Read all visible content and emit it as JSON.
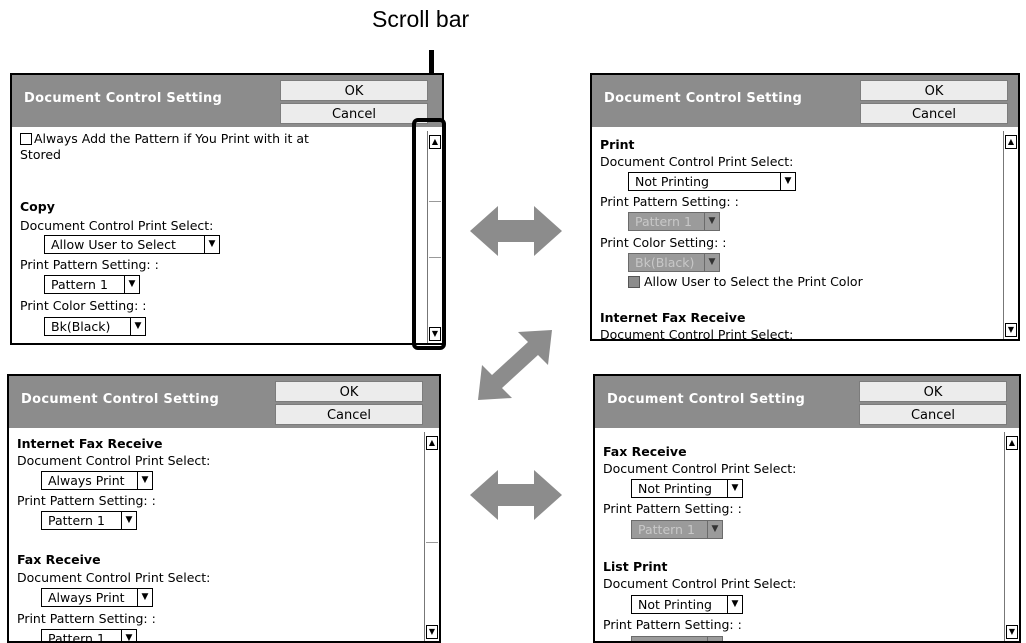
{
  "callout": {
    "label": "Scroll bar"
  },
  "panels": [
    {
      "title": "Document Control Setting",
      "ok": "OK",
      "cancel": "Cancel",
      "checkbox_text_1": "Always Add the Pattern if You Print with it at",
      "checkbox_text_2": "Stored",
      "copy_heading": "Copy",
      "dcp_select_label": "Document Control Print Select:",
      "dcp_select_value": "Allow User to Select",
      "pattern_label": "Print Pattern Setting: :",
      "pattern_value": "Pattern 1",
      "color_label": "Print Color Setting: :",
      "color_value": "Bk(Black)"
    },
    {
      "title": "Document Control Setting",
      "ok": "OK",
      "cancel": "Cancel",
      "print_heading": "Print",
      "dcp_select_label": "Document Control Print Select:",
      "dcp_select_value": "Not Printing",
      "pattern_label": "Print Pattern Setting: :",
      "pattern_value": "Pattern 1",
      "color_label": "Print Color Setting: :",
      "color_value": "Bk(Black)",
      "allow_color": "Allow User to Select the Print Color",
      "ifax_heading": "Internet Fax Receive",
      "dcp_select_label_2": "Document Control Print Select:"
    },
    {
      "title": "Document Control Setting",
      "ok": "OK",
      "cancel": "Cancel",
      "ifax_heading": "Internet Fax Receive",
      "dcp_select_label": "Document Control Print Select:",
      "dcp_select_value": "Always Print",
      "pattern_label": "Print Pattern Setting: :",
      "pattern_value": "Pattern 1",
      "fax_heading": "Fax Receive",
      "dcp_select_label_2": "Document Control Print Select:",
      "dcp_select_value_2": "Always Print",
      "pattern_label_2": "Print Pattern Setting: :",
      "pattern_value_2": "Pattern 1"
    },
    {
      "title": "Document Control Setting",
      "ok": "OK",
      "cancel": "Cancel",
      "fax_heading": "Fax Receive",
      "dcp_select_label": "Document Control Print Select:",
      "dcp_select_value": "Not Printing",
      "pattern_label": "Print Pattern Setting: :",
      "pattern_value": "Pattern 1",
      "list_heading": "List Print",
      "dcp_select_label_2": "Document Control Print Select:",
      "dcp_select_value_2": "Not Printing",
      "pattern_label_2": "Print Pattern Setting: :"
    }
  ],
  "icons": {
    "arrow_tl_tr": "double-arrow-horizontal-icon",
    "arrow_diag": "double-arrow-diagonal-icon",
    "arrow_bl_br": "double-arrow-horizontal-icon",
    "color": "#8c8c8c"
  }
}
